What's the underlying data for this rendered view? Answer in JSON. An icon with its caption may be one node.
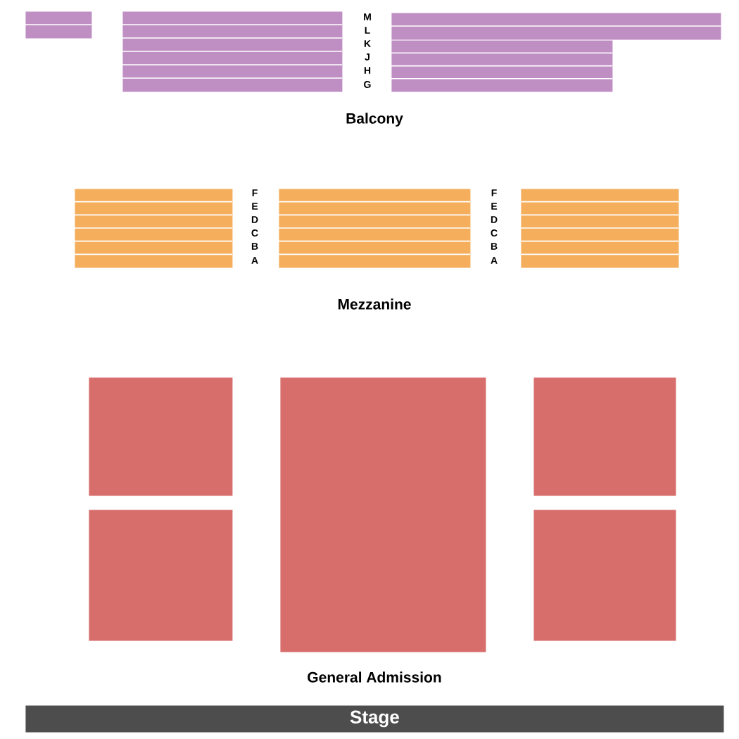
{
  "diagram": {
    "nodes": [
      {
        "text": [],
        "shape": "box"
      },
      {
        "text": [],
        "shape": "box"
      },
      {
        "text": [],
        "shape": "box"
      },
      {
        "text": [],
        "shape": "box"
      },
      {
        "text": [],
        "shape": "box"
      },
      {
        "text": [],
        "shape": "box"
      },
      {
        "text": [],
        "shape": "box"
      },
      {
        "text": [],
        "shape": "box"
      },
      {
        "text": [],
        "shape": "box"
      },
      {
        "text": [],
        "shape": "box"
      },
      {
        "text": [],
        "shape": "box"
      },
      {
        "text": [],
        "shape": "box"
      },
      {
        "text": [
          "Stage"
        ]
      }
    ],
    "labels": [
      "M",
      "L",
      "K",
      "J",
      "H",
      "G",
      "Balcony",
      "F",
      "E",
      "D",
      "C",
      "B",
      "A",
      "F",
      "E",
      "D",
      "C",
      "B",
      "A",
      "Mezzanine",
      "General Admission"
    ]
  }
}
